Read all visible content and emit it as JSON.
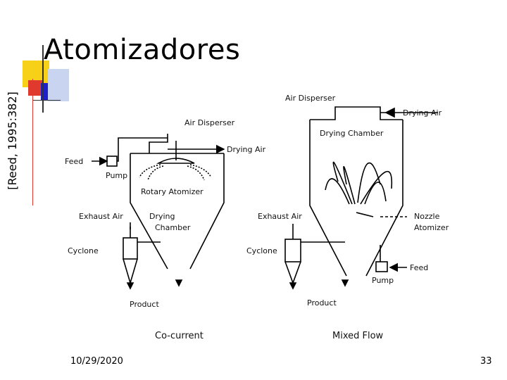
{
  "slide": {
    "title": "Atomizadores",
    "citation": "[Reed, 1995:382]",
    "date": "10/29/2020",
    "page_number": "33",
    "accent_colors": {
      "yellow": "#f7d117",
      "red": "#e03a2e",
      "blue": "#1d1fc8",
      "light_blue": "#c8d4f0"
    }
  },
  "diagram_left": {
    "labels": {
      "air_disperser": "Air Disperser",
      "feed": "Feed",
      "drying_air": "Drying Air",
      "pump": "Pump",
      "rotary_atomizer": "Rotary Atomizer",
      "exhaust_air": "Exhaust Air",
      "drying": "Drying",
      "chamber": "Chamber",
      "cyclone": "Cyclone",
      "product": "Product"
    },
    "caption": "Co-current"
  },
  "diagram_right": {
    "labels": {
      "air_disperser": "Air Disperser",
      "drying_air": "Drying Air",
      "drying_chamber": "Drying Chamber",
      "exhaust_air": "Exhaust Air",
      "nozzle": "Nozzle",
      "atomizer": "Atomizer",
      "cyclone": "Cyclone",
      "feed": "Feed",
      "pump": "Pump",
      "product": "Product"
    },
    "caption": "Mixed Flow"
  }
}
